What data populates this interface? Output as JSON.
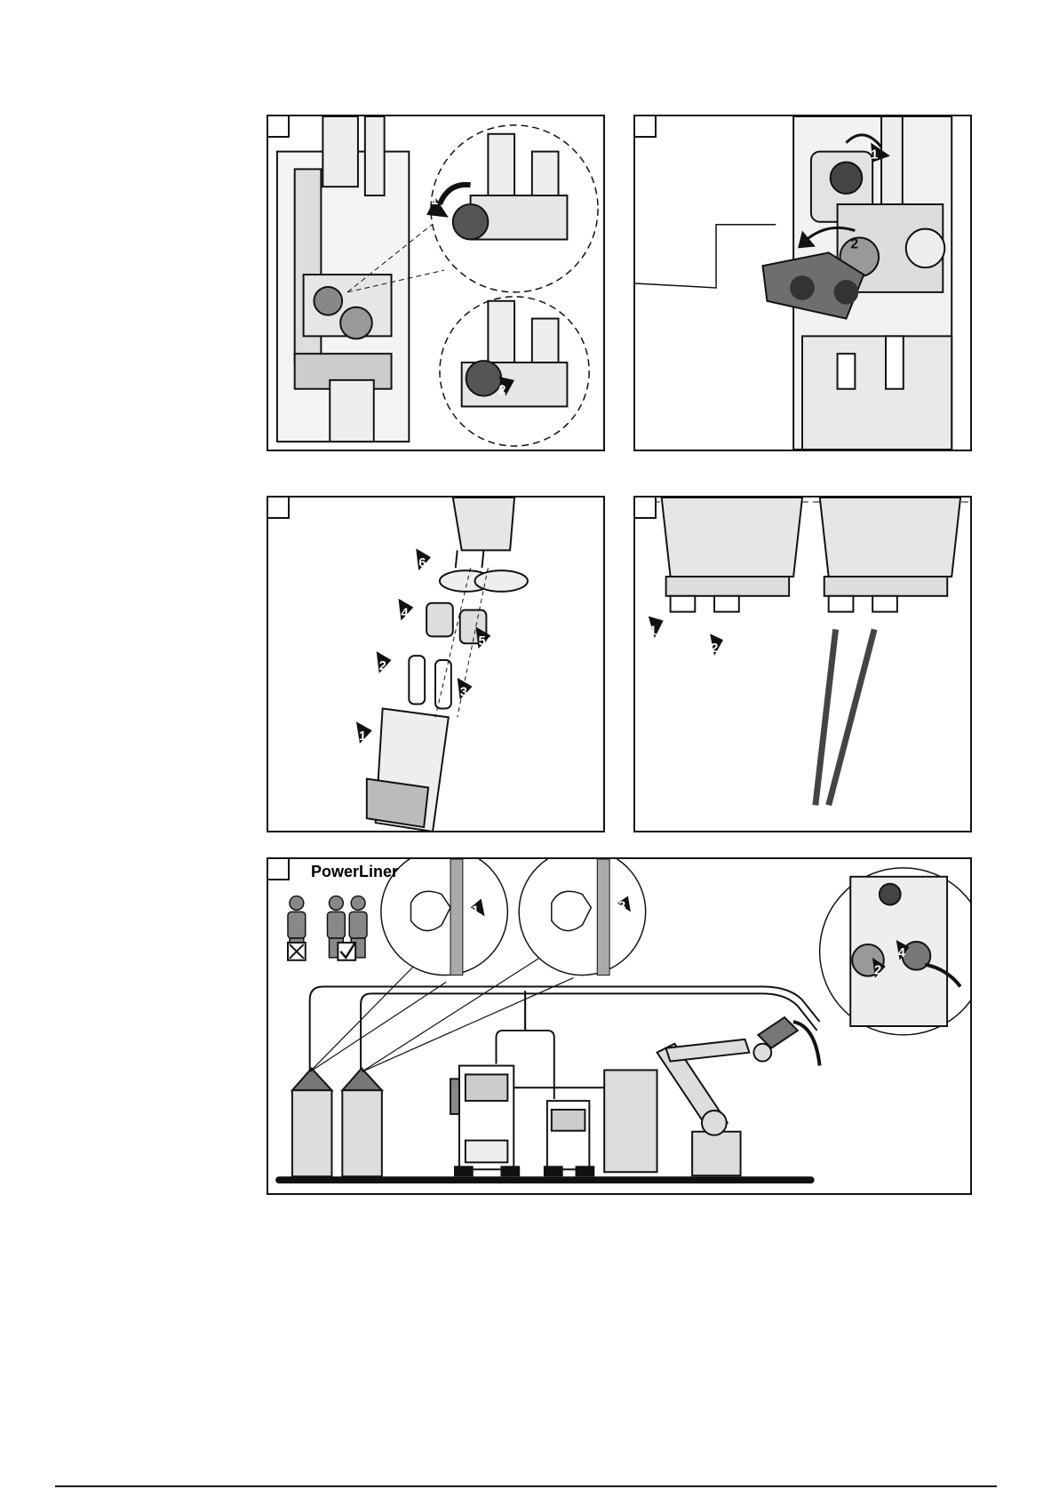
{
  "panels": [
    {
      "id": "p1",
      "step_label": "",
      "arrow_numbers": [
        "1",
        "2"
      ]
    },
    {
      "id": "p2",
      "step_label": "",
      "arrow_numbers": [
        "1",
        "2"
      ]
    },
    {
      "id": "p3",
      "step_label": "",
      "arrow_numbers": [
        "1",
        "2",
        "3",
        "4",
        "5",
        "6"
      ]
    },
    {
      "id": "p4",
      "step_label": "",
      "arrow_numbers": [
        "1",
        "2"
      ]
    },
    {
      "id": "p5",
      "step_label": "",
      "title": "PowerLiner",
      "arrow_numbers": [
        "1",
        "2",
        "3",
        "4"
      ]
    }
  ],
  "colors": {
    "ink": "#111111",
    "shade": "#7a7a7a",
    "light": "#d9d9d9"
  },
  "icons": {
    "not_allowed": "cross-box-icon",
    "allowed": "check-box-icon"
  }
}
